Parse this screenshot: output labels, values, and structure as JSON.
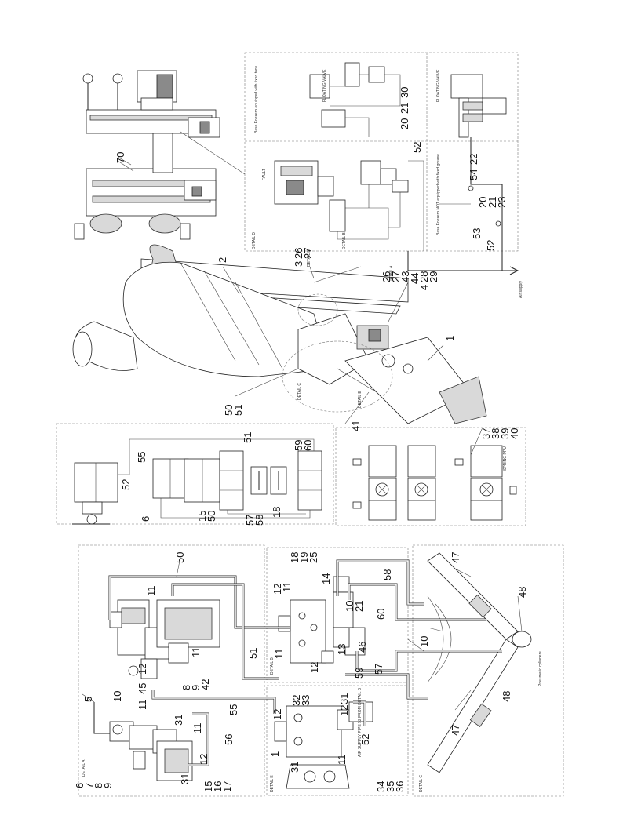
{
  "detail_labels": {
    "a": "DETAIL A",
    "b": "DETAIL B",
    "c": "DETAIL C",
    "d": "DETAIL D",
    "e": "DETAIL E"
  },
  "notes": {
    "air_supply": "Air supply",
    "floating_valve": "FLOATING VALVE",
    "supply_detail_d": "AIR SUPPLY PIPE 52 FROM DETAIL D",
    "pneumatic_cylinders": "Pneumatic cylinders",
    "spring_ppu": "SPRING PPU",
    "fault": "FAULT",
    "equipped_with": "Base Fonzero equipped with fixed tons",
    "not_equipped": "Base Fonzero NOT equipped with fixed grease"
  },
  "callouts": {
    "n1a": "1",
    "n1b": "1",
    "n2": "2",
    "n3": "3",
    "n4": "4",
    "n5": "5",
    "n6": "6",
    "n7": "7",
    "n8": "8",
    "n9": "9",
    "n10a": "10",
    "n10b": "10",
    "n10c": "10",
    "n11a": "11",
    "n11b": "11",
    "n11c": "11",
    "n11d": "11",
    "n11e": "11",
    "n11f": "11",
    "n12a": "12",
    "n12b": "12",
    "n12c": "12",
    "n12d": "12",
    "n12e": "12",
    "n12f": "12",
    "n13": "13",
    "n14": "14",
    "n15a": "15",
    "n15b": "15",
    "n16": "16",
    "n17": "17",
    "n18a": "18",
    "n18b": "18",
    "n19": "19",
    "n20a": "20",
    "n20b": "20",
    "n21a": "21",
    "n21b": "21",
    "n22": "22",
    "n23": "23",
    "n25": "25",
    "n26a": "26",
    "n26b": "26",
    "n27a": "27",
    "n27b": "27",
    "n28": "28",
    "n29": "29",
    "n30": "30",
    "n31a": "31",
    "n31b": "31",
    "n31c": "31",
    "n31d": "31",
    "n32": "32",
    "n33": "33",
    "n34": "34",
    "n35": "35",
    "n36": "36",
    "n37": "37",
    "n38": "38",
    "n39": "39",
    "n40": "40",
    "n41": "41",
    "n42": "42",
    "n43": "43",
    "n44": "44",
    "n45": "45",
    "n46": "46",
    "n47a": "47",
    "n47b": "47",
    "n48a": "48",
    "n48b": "48",
    "n50a": "50",
    "n50b": "50",
    "n50c": "50",
    "n51a": "51",
    "n51b": "51",
    "n51c": "51",
    "n52a": "52",
    "n52b": "52",
    "n52c": "52",
    "n52d": "52",
    "n53": "53",
    "n54": "54",
    "n55a": "55",
    "n55b": "55",
    "n56": "56",
    "n57a": "57",
    "n57b": "57",
    "n58a": "58",
    "n58b": "58",
    "n59a": "59",
    "n59b": "59",
    "n60a": "60",
    "n60b": "60",
    "n70": "70"
  }
}
